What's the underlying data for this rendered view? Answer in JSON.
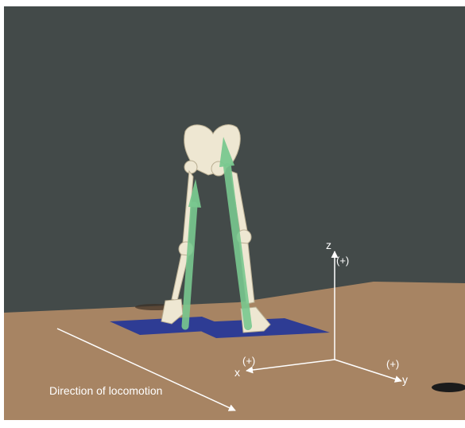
{
  "colors": {
    "background": "#434a49",
    "floor": "#a78463",
    "force_plate": "#2e3c94",
    "force_vector": "#79c88f",
    "bone": "#eee7d2",
    "axis": "#ffffff"
  },
  "annotations": {
    "direction_label": "Direction of locomotion"
  },
  "axes": {
    "z_label": "z",
    "z_sign": "(+)",
    "x_label": "x",
    "x_sign": "(+)",
    "y_label": "y",
    "y_sign": "(+)"
  }
}
